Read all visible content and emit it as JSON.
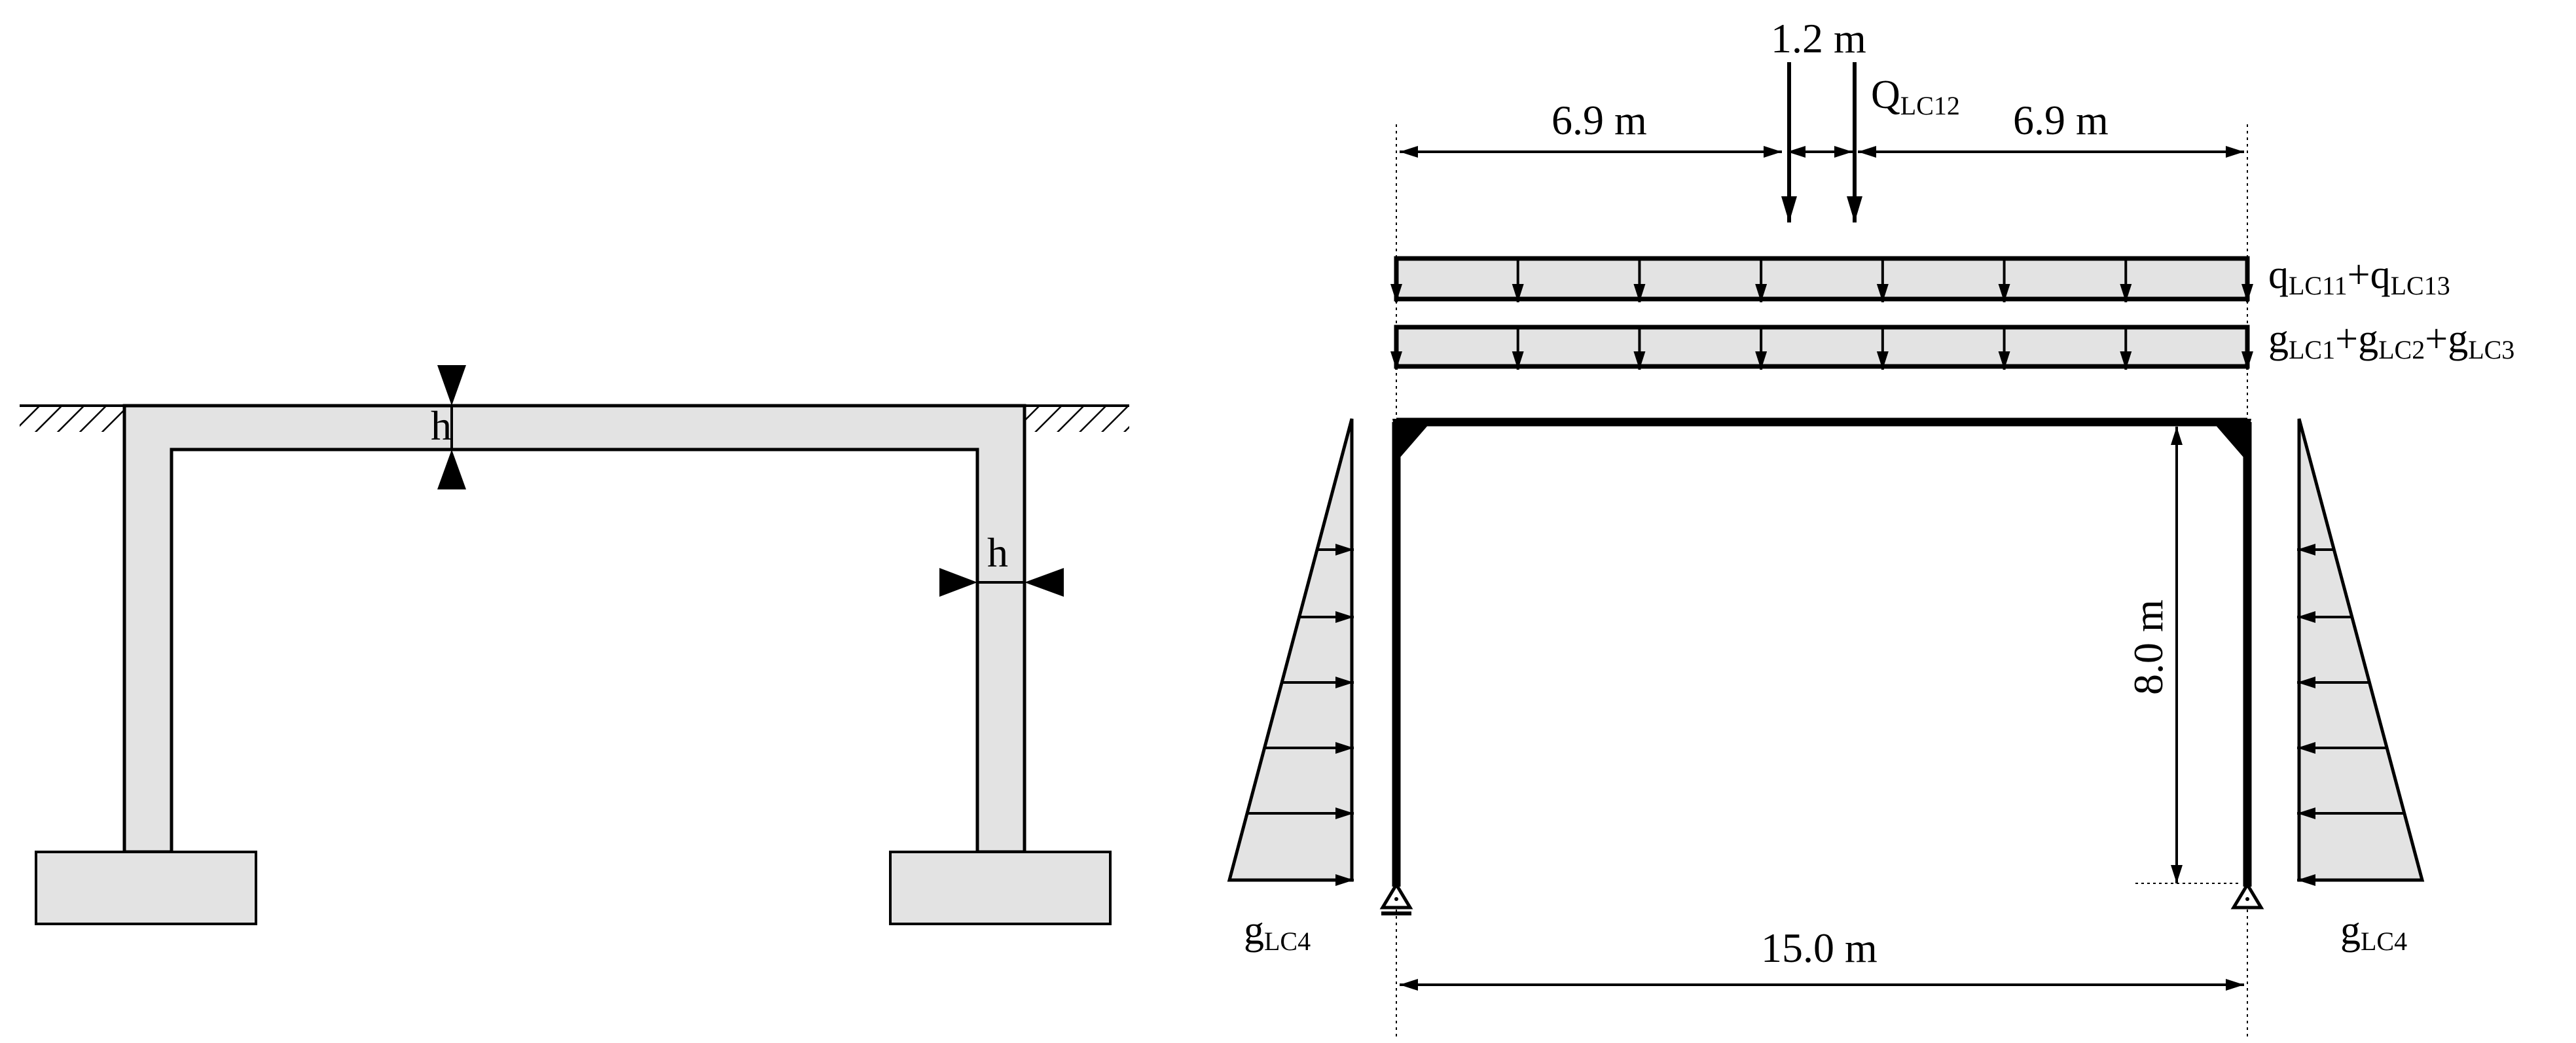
{
  "left_figure": {
    "beam_thickness_label": "h",
    "column_thickness_label": "h"
  },
  "right_figure": {
    "dims": {
      "left_span": "6.9 m",
      "gap": "1.2 m",
      "right_span": "6.9 m",
      "total_span": "15.0 m",
      "height": "8.0 m"
    },
    "point_load": {
      "symbol": "Q",
      "subscript": "LC12"
    },
    "live_udl": [
      {
        "symbol": "q",
        "subscript": "LC11"
      },
      {
        "symbol": "q",
        "subscript": "LC13"
      }
    ],
    "dead_udl": [
      {
        "symbol": "g",
        "subscript": "LC1"
      },
      {
        "symbol": "g",
        "subscript": "LC2"
      },
      {
        "symbol": "g",
        "subscript": "LC3"
      }
    ],
    "plus_sign": "+",
    "earth_pressure_left": {
      "symbol": "g",
      "subscript": "LC4"
    },
    "earth_pressure_right": {
      "symbol": "g",
      "subscript": "LC4"
    }
  }
}
